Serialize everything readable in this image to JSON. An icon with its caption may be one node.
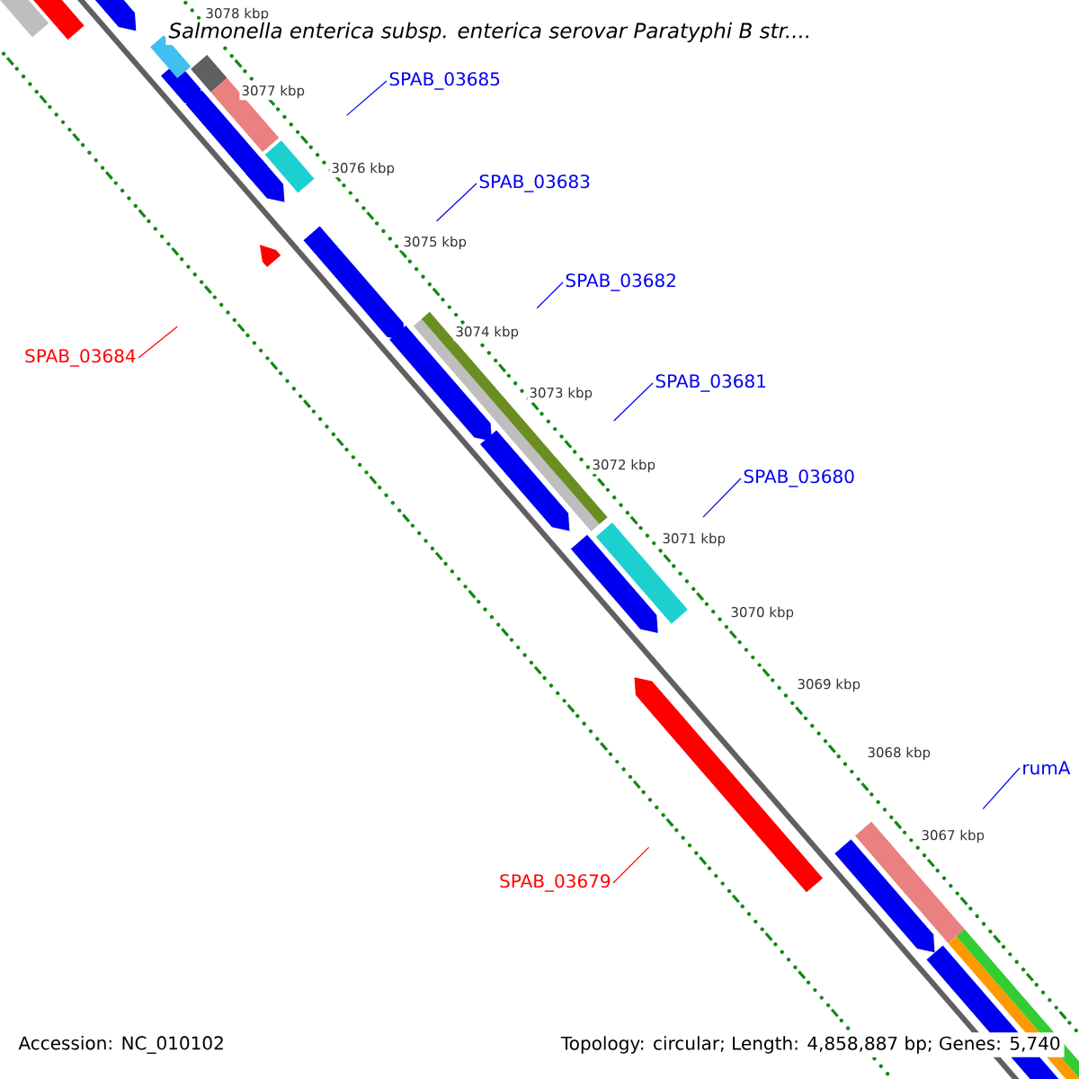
{
  "diagram": {
    "title": "Salmonella enterica subsp. enterica serovar Paratyphi B str....",
    "nodes": [
      {
        "text": [
          "SPAB_03685"
        ]
      },
      {
        "text": [
          "SPAB_03683"
        ]
      },
      {
        "text": [
          "SPAB_03682"
        ]
      },
      {
        "text": [
          "SPAB_03681"
        ]
      },
      {
        "text": [
          "SPAB_03680"
        ]
      },
      {
        "text": [
          "rumA"
        ]
      },
      {
        "text": [
          "SPAB_03684"
        ]
      },
      {
        "text": [
          "SPAB_03679"
        ]
      }
    ],
    "edges": [
      {
        "from": 0,
        "to": null,
        "arrow": "none"
      },
      {
        "from": 1,
        "to": null,
        "arrow": "none"
      },
      {
        "from": 2,
        "to": null,
        "arrow": "none"
      },
      {
        "from": 3,
        "to": null,
        "arrow": "none"
      },
      {
        "from": 4,
        "to": null,
        "arrow": "none"
      },
      {
        "from": 5,
        "to": null,
        "arrow": "none"
      },
      {
        "from": 6,
        "to": null,
        "arrow": "none",
        "color": "#ff0000"
      },
      {
        "from": 7,
        "to": null,
        "arrow": "none",
        "color": "#ff0000"
      }
    ],
    "labels": [
      "3078 kbp",
      "3077 kbp",
      "3076 kbp",
      "3075 kbp",
      "3074 kbp",
      "3073 kbp",
      "3072 kbp",
      "3071 kbp",
      "3070 kbp",
      "3069 kbp",
      "3068 kbp",
      "3067 kbp",
      "Accession: NC_010102",
      "Topology: circular; Length: 4,858,887 bp; Genes: 5,740"
    ]
  }
}
